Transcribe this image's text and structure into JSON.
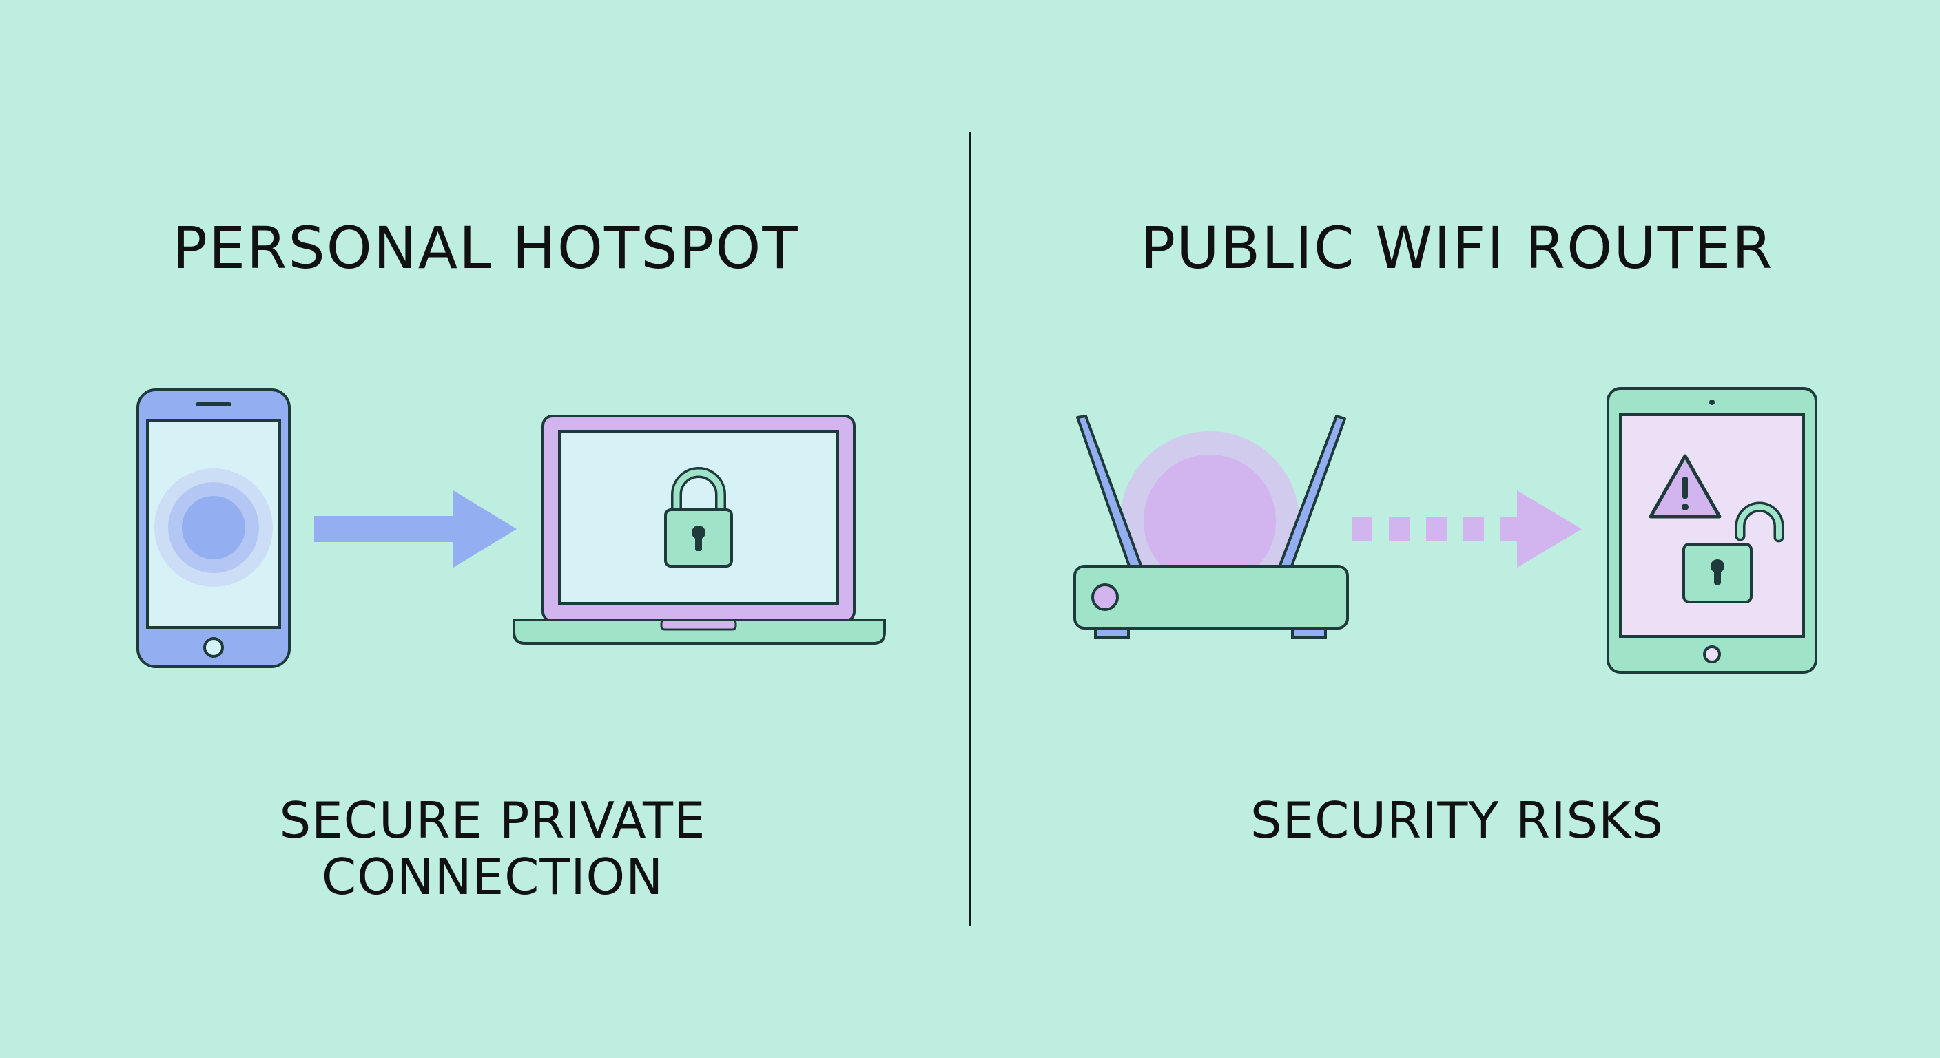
{
  "left_panel": {
    "title": "PERSONAL HOTSPOT",
    "caption_line1": "SECURE PRIVATE",
    "caption_line2": "CONNECTION",
    "icons": [
      "smartphone-icon",
      "arrow-right-icon",
      "laptop-icon",
      "lock-closed-icon"
    ]
  },
  "right_panel": {
    "title": "PUBLIC WIFI ROUTER",
    "caption": "SECURITY RISKS",
    "icons": [
      "router-icon",
      "dashed-arrow-right-icon",
      "tablet-icon",
      "warning-icon",
      "lock-open-icon"
    ]
  },
  "colors": {
    "background": "#bdeee0",
    "text": "#111111",
    "outline": "#1e3a3a",
    "blue": "#94aef2",
    "lavender": "#d2b4ee",
    "mint": "#9fe4c9",
    "screen": "#d6f2f6",
    "tablet_screen": "#ece0f6"
  }
}
